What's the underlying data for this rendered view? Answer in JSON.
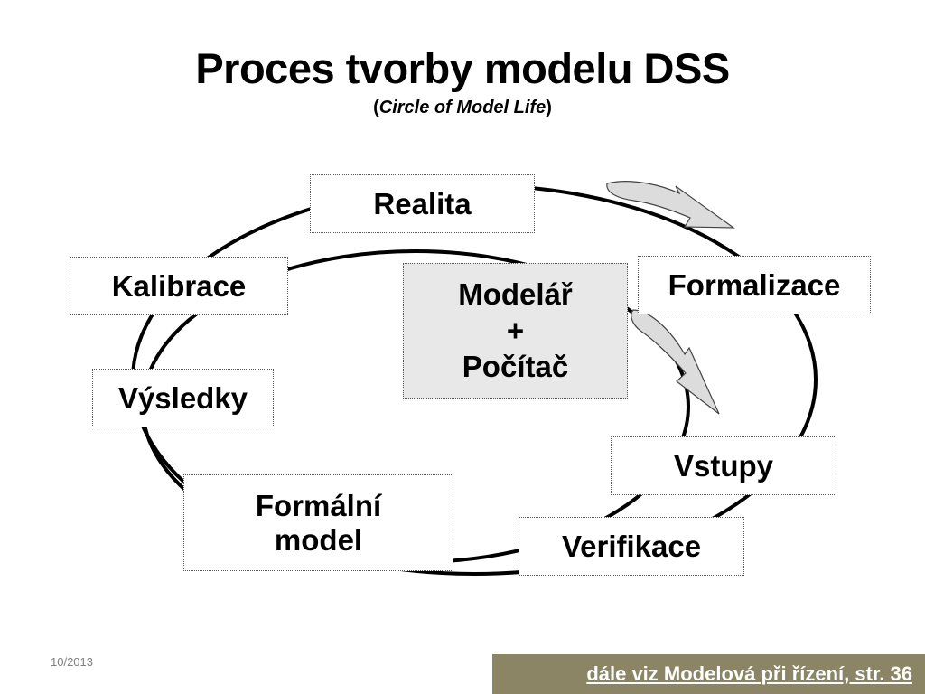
{
  "slide": {
    "title": "Proces tvorby modelu DSS",
    "subtitle_open": "(",
    "subtitle_italic": "Circle of Model Life",
    "subtitle_close": ")"
  },
  "nodes": {
    "realita": "Realita",
    "formalizace": "Formalizace",
    "vstupy": "Vstupy",
    "verifikace": "Verifikace",
    "formalni_model_line1": "Formální",
    "formalni_model_line2": "model",
    "vysledky": "Výsledky",
    "kalibrace": "Kalibrace",
    "center_line1": "Modelář",
    "center_line2": "+",
    "center_line3": "Počítač"
  },
  "footer": {
    "date": "10/2013",
    "link": "dále viz Modelová při řízení, str. 36"
  }
}
